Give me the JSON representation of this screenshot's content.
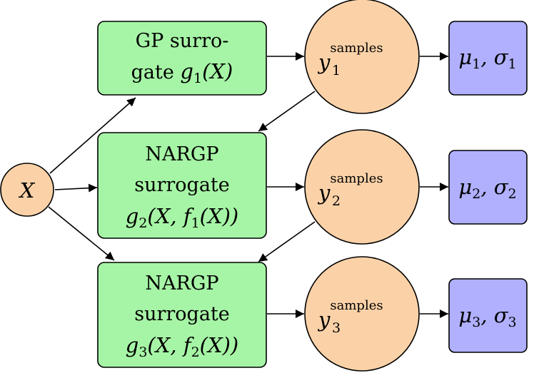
{
  "nodes": {
    "input": {
      "symbol": "X"
    },
    "gp_surrogate": {
      "line1": "GP surro-",
      "line2_text": "gate ",
      "line2_fn": "g",
      "line2_sub": "1",
      "line2_arg": "(X)"
    },
    "nargp2": {
      "line1": "NARGP",
      "line2": "surrogate",
      "fn": "g",
      "fn_sub": "2",
      "arg_open": "(X, ",
      "inner_fn": "f",
      "inner_sub": "1",
      "arg_close": "(X))"
    },
    "nargp3": {
      "line1": "NARGP",
      "line2": "surrogate",
      "fn": "g",
      "fn_sub": "3",
      "arg_open": "(X, ",
      "inner_fn": "f",
      "inner_sub": "2",
      "arg_close": "(X))"
    },
    "samples": [
      {
        "base": "y",
        "sup": "samples",
        "sub": "1"
      },
      {
        "base": "y",
        "sup": "samples",
        "sub": "2"
      },
      {
        "base": "y",
        "sup": "samples",
        "sub": "3"
      }
    ],
    "stats": [
      {
        "mu": "μ",
        "sigma": "σ",
        "sub": "1",
        "sep": ", "
      },
      {
        "mu": "μ",
        "sigma": "σ",
        "sub": "2",
        "sep": ", "
      },
      {
        "mu": "μ",
        "sigma": "σ",
        "sub": "3",
        "sep": ", "
      }
    ]
  },
  "colors": {
    "surrogate_fill": "#a6f5a6",
    "input_sample_fill": "#fbd2a8",
    "stat_fill": "#b0b0ff",
    "stroke": "#000000"
  }
}
